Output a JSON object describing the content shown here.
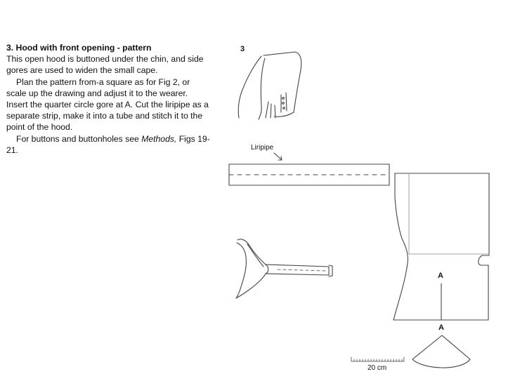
{
  "section": {
    "heading": "3. Hood with front opening - pattern",
    "para1": "This open hood is buttoned under the chin, and side gores are used to widen the small cape.",
    "para2": "Plan the pattern from-a square as for Fig 2, or scale up the drawing and adjust it to the wearer. Insert the quarter circle gore at A. Cut the liripipe as a separate strip, make it into a tube and stitch it to the point of the hood.",
    "para3_prefix": "For buttons and buttonholes see ",
    "para3_italic": "Methods,",
    "para3_suffix": "Figs 19-21."
  },
  "figure": {
    "number": "3",
    "liripipe_label": "Liripipe",
    "point_a_top": "A",
    "point_a_bottom": "A",
    "scale_label": "20 cm"
  },
  "colors": {
    "ink": "#444444",
    "text": "#111111"
  }
}
